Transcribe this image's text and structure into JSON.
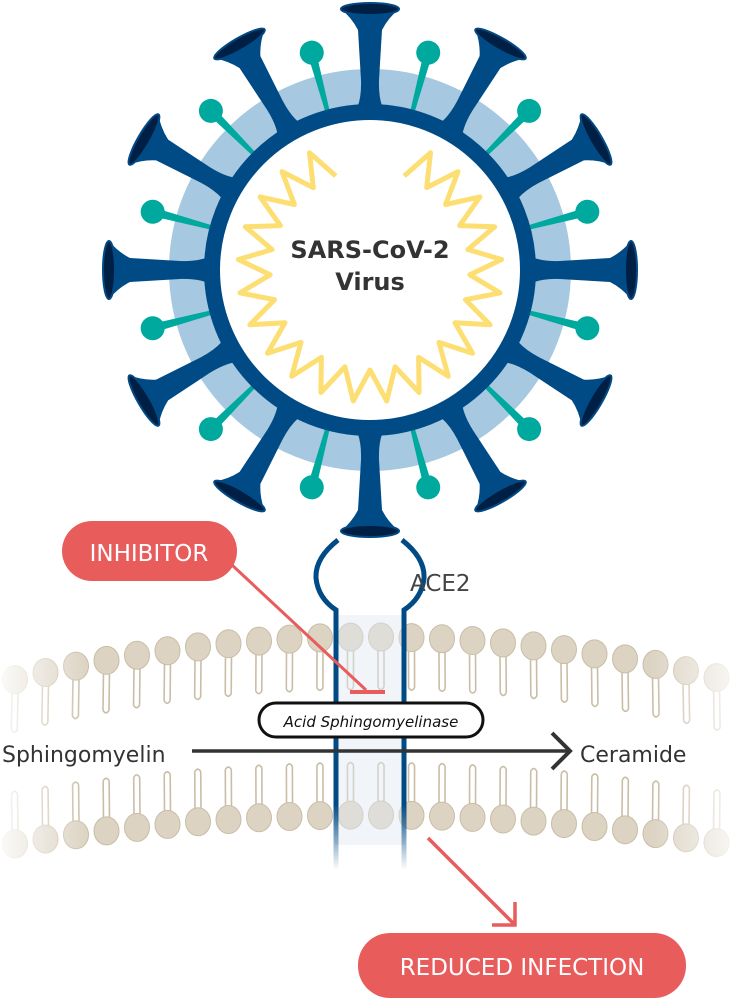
{
  "virus": {
    "label_line1": "SARS-CoV-2",
    "label_line2": "Virus"
  },
  "receptor": {
    "label": "ACE2"
  },
  "inhibitor": {
    "label": "INHIBITOR"
  },
  "enzyme": {
    "label": "Acid Sphingomyelinase"
  },
  "reaction": {
    "substrate": "Sphingomyelin",
    "product": "Ceramide"
  },
  "outcome": {
    "label": "REDUCED INFECTION"
  },
  "colors": {
    "spike": "#004a85",
    "spike_rim": "#001f45",
    "envelope": "#a6c8e0",
    "teal": "#00a99d",
    "rna": "#fbd85a",
    "lipid_head": "#dcd3c3",
    "lipid_edge": "#c9bda6",
    "red": "#e85c5c",
    "text": "#333333"
  }
}
